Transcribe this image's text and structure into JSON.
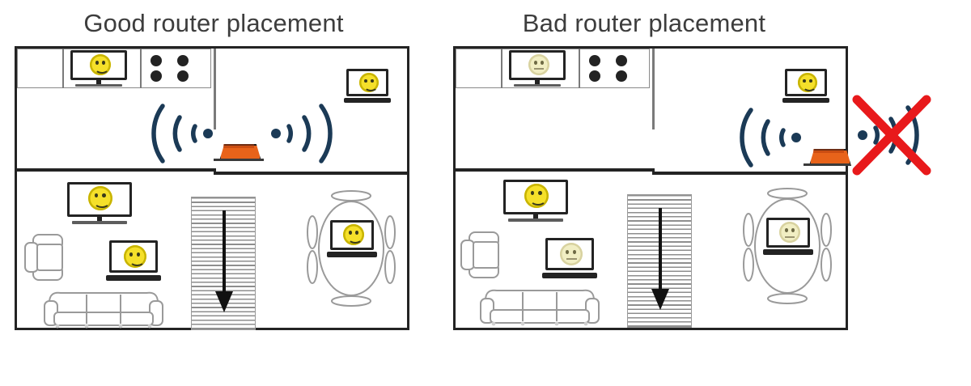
{
  "image": {
    "title_left": "Good router placement",
    "title_right": "Bad router placement",
    "type": "floor-plan-comparison-diagram",
    "colors": {
      "wall": "#232323",
      "counter_line": "#8a8a8a",
      "wifi_signal": "#1b3a56",
      "router_orange": "#e8631a",
      "cross_red": "#e8191b",
      "smiley_happy": "#f5e02a",
      "smiley_weak": "#f1eec3",
      "title_text": "#3d3d3d",
      "background": "#ffffff"
    }
  },
  "panels": [
    {
      "id": "good",
      "title": "Good router placement",
      "router": {
        "label": "wifi-router",
        "position": "center of home, on a shelf between kitchen and living area",
        "color": "#e8631a"
      },
      "wifi": {
        "left_arcs": 3,
        "right_arcs": 3,
        "coverage": "signal radiates in both directions inside the house",
        "blocked": false
      },
      "devices": [
        {
          "name": "kitchen-tv",
          "type": "tv",
          "signal": "strong",
          "face": "happy"
        },
        {
          "name": "bedroom-laptop",
          "type": "laptop",
          "signal": "strong",
          "face": "happy"
        },
        {
          "name": "living-room-tv",
          "type": "tv",
          "signal": "strong",
          "face": "happy"
        },
        {
          "name": "living-room-laptop",
          "type": "laptop",
          "signal": "strong",
          "face": "happy"
        },
        {
          "name": "dining-table-laptop",
          "type": "laptop",
          "signal": "strong",
          "face": "happy"
        }
      ],
      "furniture": [
        "kitchen-counter",
        "stove-hob-4-burner",
        "armchair",
        "sofa-3-seat",
        "staircase-going-down",
        "oval-dining-table-4-chairs"
      ]
    },
    {
      "id": "bad",
      "title": "Bad router placement",
      "router": {
        "label": "wifi-router",
        "position": "against the outside right wall of the home",
        "color": "#e8631a"
      },
      "wifi": {
        "left_arcs": 3,
        "right_arcs": 3,
        "coverage": "half of the signal is wasted outside the house",
        "blocked": true,
        "blocked_marker": "red-x-cross"
      },
      "devices": [
        {
          "name": "kitchen-tv",
          "type": "tv",
          "signal": "weak",
          "face": "neutral"
        },
        {
          "name": "bedroom-laptop",
          "type": "laptop",
          "signal": "strong",
          "face": "happy"
        },
        {
          "name": "living-room-tv",
          "type": "tv",
          "signal": "strong",
          "face": "happy"
        },
        {
          "name": "living-room-laptop",
          "type": "laptop",
          "signal": "weak",
          "face": "neutral"
        },
        {
          "name": "dining-table-laptop",
          "type": "laptop",
          "signal": "weak",
          "face": "neutral"
        }
      ],
      "furniture": [
        "kitchen-counter",
        "stove-hob-4-burner",
        "armchair",
        "sofa-3-seat",
        "staircase-going-down",
        "oval-dining-table-4-chairs"
      ]
    }
  ]
}
